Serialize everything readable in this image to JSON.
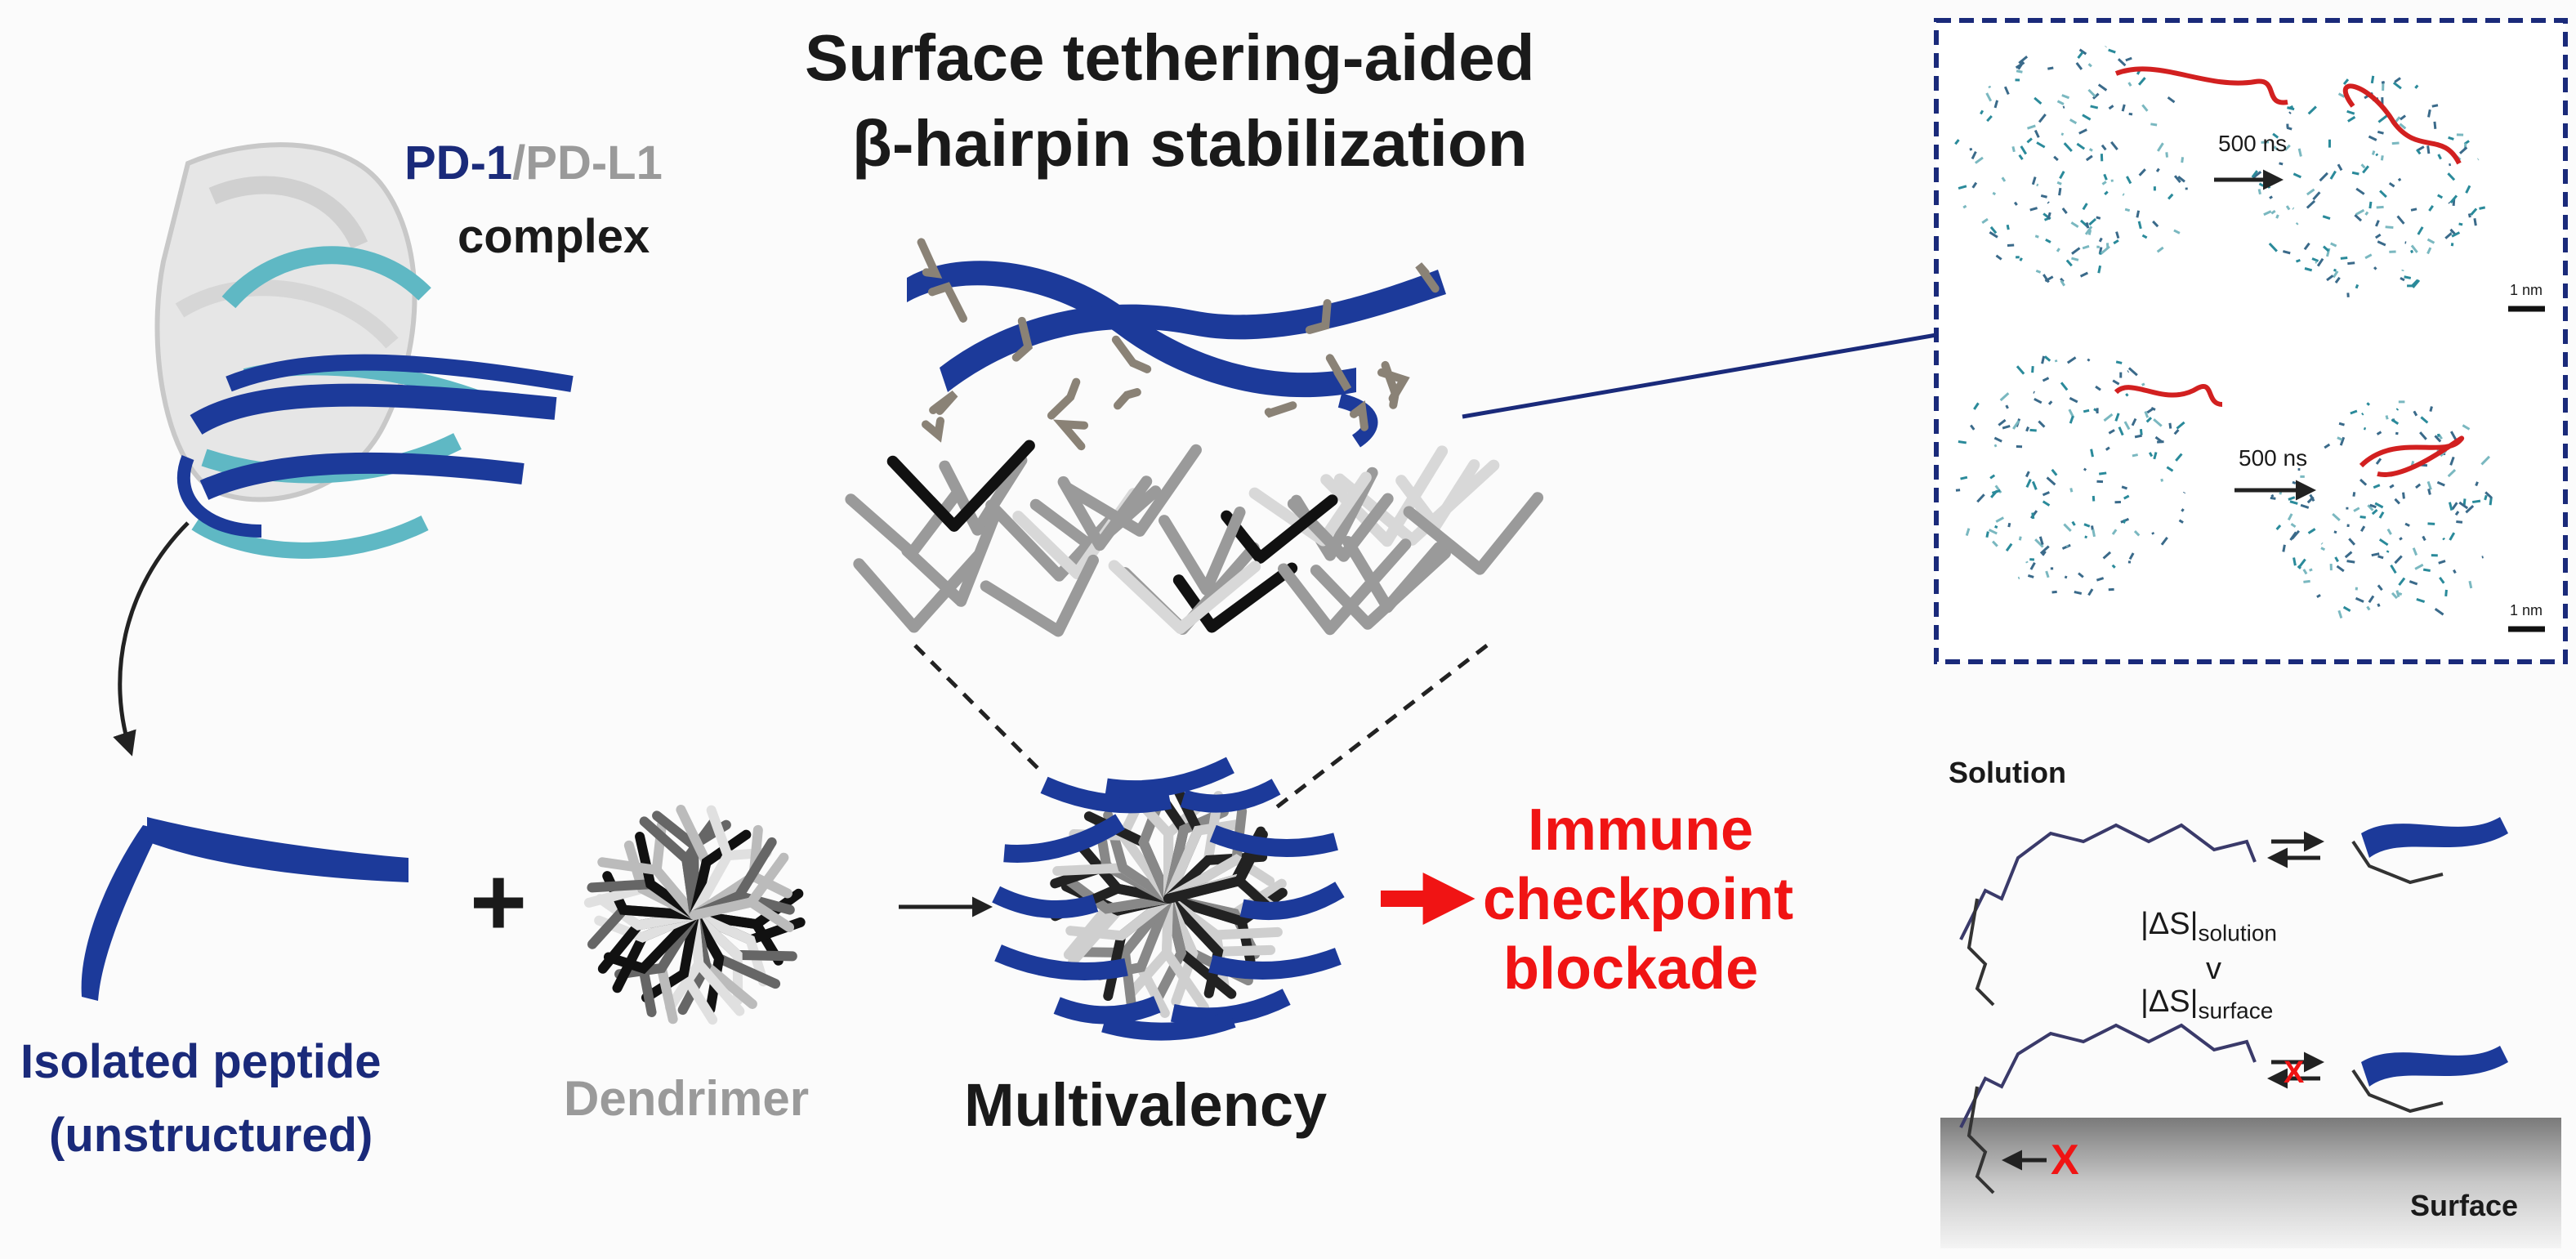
{
  "title": {
    "line1": "Surface tethering-aided",
    "line2": "β-hairpin stabilization"
  },
  "complex": {
    "pd1": "PD-1",
    "slash": "/",
    "pdl1": "PD-L1",
    "word": "complex"
  },
  "peptide": {
    "line1": "Isolated peptide",
    "line2": "(unstructured)"
  },
  "plus": "+",
  "dendrimer": "Dendrimer",
  "multivalency": "Multivalency",
  "outcome": {
    "line1": "Immune",
    "line2": "checkpoint",
    "line3": "blockade"
  },
  "md_inset": {
    "time_top": "500 ns",
    "time_bottom": "500 ns",
    "scale_top": "1 nm",
    "scale_bottom": "1 nm"
  },
  "entropy_panel": {
    "solution_label": "Solution",
    "surface_label": "Surface",
    "delta_solution_main": "|ΔS|",
    "delta_solution_sub": "solution",
    "comparator": "v",
    "delta_surface_main": "|ΔS|",
    "delta_surface_sub": "surface",
    "blocked_mark": "X"
  },
  "colors": {
    "navy": "#1a2a7a",
    "ribbon_blue": "#1c3a9a",
    "cyan": "#5fb8c4",
    "gray_text": "#9a9a9a",
    "red": "#f01414",
    "dashed_frame": "#1a2a7a",
    "md_strand": "#d22020"
  }
}
